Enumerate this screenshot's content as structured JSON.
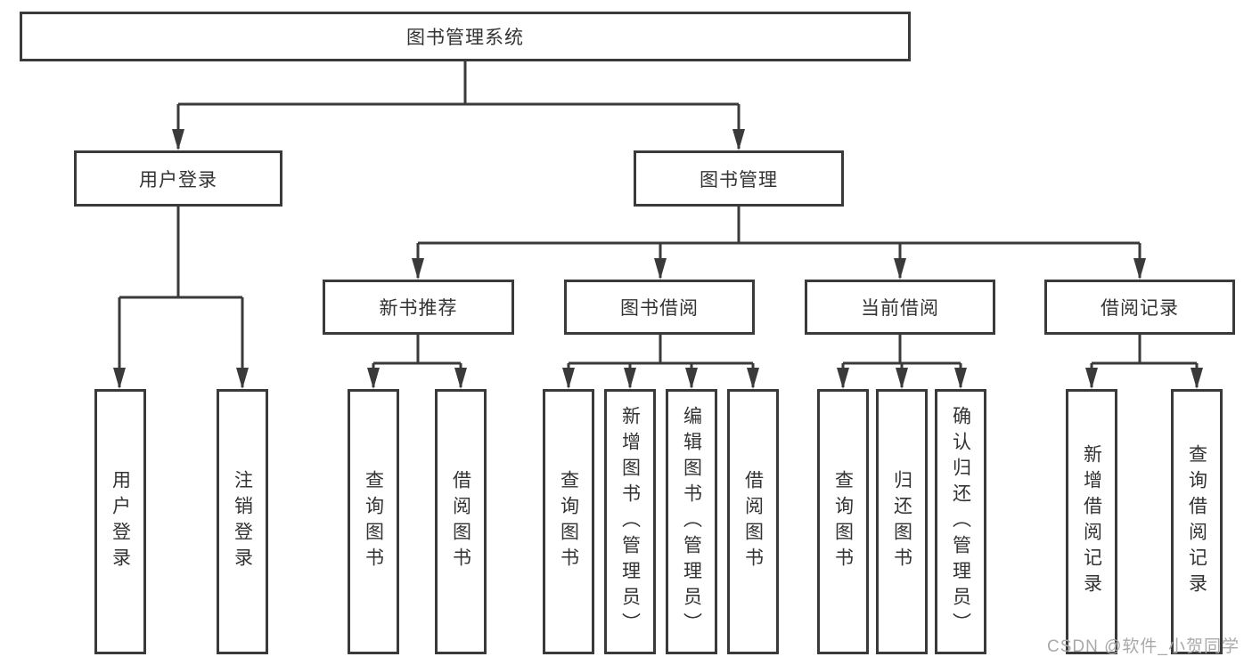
{
  "tree": {
    "label": "图书管理系统",
    "children": [
      {
        "label": "用户登录",
        "children": [
          {
            "label": "用户登录"
          },
          {
            "label": "注销登录"
          }
        ]
      },
      {
        "label": "图书管理",
        "children": [
          {
            "label": "新书推荐",
            "children": [
              {
                "label": "查询图书"
              },
              {
                "label": "借阅图书"
              }
            ]
          },
          {
            "label": "图书借阅",
            "children": [
              {
                "label": "查询图书"
              },
              {
                "label": "新增图书（管理员）"
              },
              {
                "label": "编辑图书（管理员）"
              },
              {
                "label": "借阅图书"
              }
            ]
          },
          {
            "label": "当前借阅",
            "children": [
              {
                "label": "查询图书"
              },
              {
                "label": "归还图书"
              },
              {
                "label": "确认归还（管理员）"
              }
            ]
          },
          {
            "label": "借阅记录",
            "children": [
              {
                "label": "新增借阅记录"
              },
              {
                "label": "查询借阅记录"
              }
            ]
          }
        ]
      }
    ]
  },
  "watermark": {
    "text": "CSDN @软件_小贺同学"
  },
  "colors": {
    "line": "#3a3a3a",
    "text": "#333333",
    "watermark": "#a9a9a9",
    "background": "#ffffff"
  }
}
